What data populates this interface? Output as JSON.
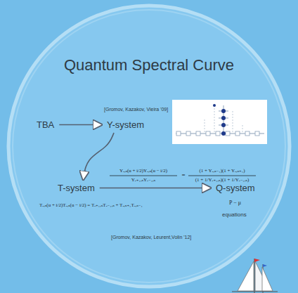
{
  "diagram": {
    "title": "Quantum Spectral Curve",
    "nodes": [
      {
        "text": [
          "TBA"
        ]
      },
      {
        "text": [
          "Y-system"
        ]
      },
      {
        "text": [
          "T-system"
        ]
      },
      {
        "text": [
          "Q-system"
        ]
      }
    ],
    "edges": [
      {
        "from": 0,
        "to": 1,
        "arrow": "to"
      },
      {
        "from": 1,
        "to": 2,
        "arrow": "to"
      },
      {
        "from": 2,
        "to": 3,
        "arrow": "to"
      }
    ],
    "labels": [
      "[Gromov, Kazakov, Vieira '09]",
      "Yₐ,ₛ(u + i/2)Yₐ,ₛ(u − i/2)",
      "Yₐ₊₁,ₛYₐ₋₁,ₛ",
      "=",
      "(1 + Yₐ,ₛ₋₁)(1 + Yₐ,ₛ₊₁)",
      "(1 + 1/Yₐ₊₁,ₛ)(1 + 1/Yₐ₋₁,ₛ)",
      "Tₐ,ₛ(u + i/2)Tₐ,ₛ(u − i/2) = Tₐ₊₁,ₛTₐ₋₁,ₛ + Tₐ,ₛ₊₁Tₐ,ₛ₋₁",
      "P − μ",
      "equations",
      "[Gromov, Kazakov, Leurent,Volin '12]"
    ]
  }
}
